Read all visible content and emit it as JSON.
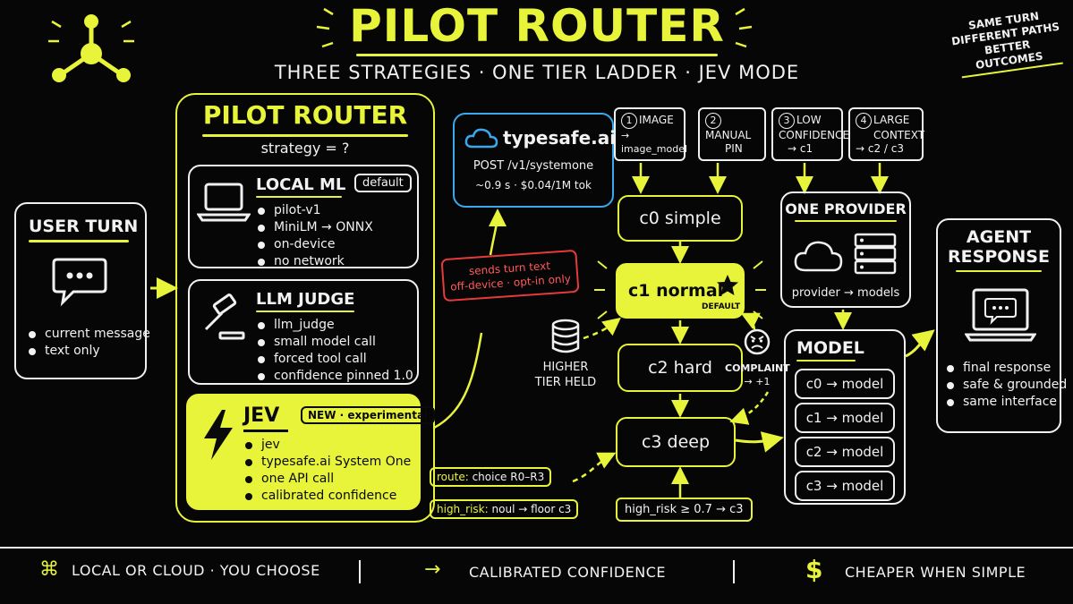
{
  "header": {
    "title": "PILOT ROUTER",
    "subtitle": "THREE STRATEGIES · ONE TIER LADDER · JEV MODE",
    "tagline": [
      "SAME TURN",
      "DIFFERENT PATHS",
      "BETTER OUTCOMES"
    ]
  },
  "user_turn": {
    "title": "USER TURN",
    "items": [
      "current message",
      "text only"
    ]
  },
  "pilot_router": {
    "title": "PILOT ROUTER",
    "strategy": "strategy = ?",
    "local_ml": {
      "title": "LOCAL ML",
      "badge": "default",
      "items": [
        "pilot-v1",
        "MiniLM → ONNX",
        "on-device",
        "no network"
      ]
    },
    "llm_judge": {
      "title": "LLM JUDGE",
      "items": [
        "llm_judge",
        "small model call",
        "forced tool call",
        "confidence pinned 1.0"
      ]
    },
    "jev": {
      "title": "JEV",
      "badge": "NEW · experimental",
      "items": [
        "jev",
        "typesafe.ai System One",
        "one API call",
        "calibrated confidence"
      ]
    }
  },
  "typesafe": {
    "name": "typesafe.ai",
    "endpoint": "POST /v1/systemone",
    "stats": "~0.9 s · $0.04/1M tok"
  },
  "warning": [
    "sends turn text",
    "off-device · opt-in only"
  ],
  "triggers": [
    {
      "num": "1",
      "lines": [
        "IMAGE",
        "→ image_model"
      ]
    },
    {
      "num": "2",
      "lines": [
        "MANUAL",
        "PIN"
      ]
    },
    {
      "num": "3",
      "lines": [
        "LOW",
        "CONFIDENCE",
        "→ c1"
      ]
    },
    {
      "num": "4",
      "lines": [
        "LARGE",
        "CONTEXT",
        "→ c2 / c3"
      ]
    }
  ],
  "tiers": {
    "c0": "c0  simple",
    "c1": "c1  normal",
    "c1_badge": "DEFAULT",
    "c2": "c2  hard",
    "c3": "c3  deep"
  },
  "higher_tier": [
    "HIGHER",
    "TIER HELD"
  ],
  "complaint": [
    "COMPLAINT",
    "→ +1"
  ],
  "route_tags": {
    "route_key": "route:",
    "route_val": "choice R0–R3",
    "risk_key": "high_risk:",
    "risk_val": "noul → floor c3"
  },
  "high_risk_bottom": "high_risk ≥ 0.7 → c3",
  "provider": {
    "title": "ONE PROVIDER",
    "caption": "provider → models"
  },
  "model": {
    "title": "MODEL",
    "rows": [
      "c0 → model",
      "c1 → model",
      "c2 → model",
      "c3 → model"
    ]
  },
  "agent": {
    "title": [
      "AGENT",
      "RESPONSE"
    ],
    "items": [
      "final response",
      "safe & grounded",
      "same interface"
    ]
  },
  "footer": {
    "left": "LOCAL OR CLOUD · YOU CHOOSE",
    "mid": "CALIBRATED CONFIDENCE",
    "right": "CHEAPER WHEN SIMPLE"
  },
  "colors": {
    "accent": "#e8f43a",
    "cloud_blue": "#3aa8ec",
    "warning_red": "#e53a3a",
    "line": "#f0f0f0",
    "background": "#060606"
  }
}
